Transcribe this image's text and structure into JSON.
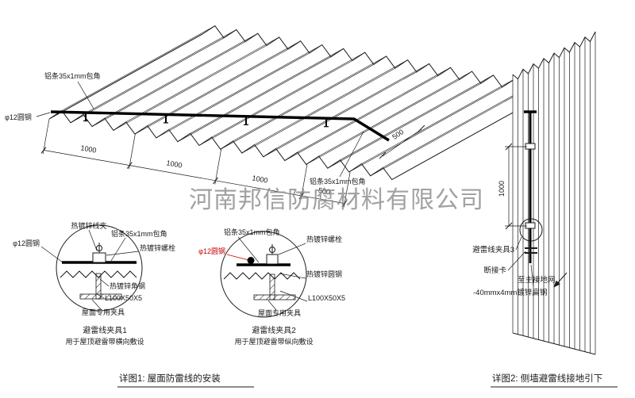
{
  "watermark": "河南邦信防腐材料有限公司",
  "colors": {
    "line": "#1a1a1a",
    "red": "#c40000",
    "watermark": "#8a8a8a"
  },
  "roof": {
    "labels": {
      "al_strip_top": "铝条35x1mm包角",
      "round_steel": "φ12圆钢",
      "al_strip_right": "铝条35x1mm包角"
    },
    "dims_front": [
      "1000",
      "1000",
      "1000",
      "500"
    ],
    "dim_right": "500"
  },
  "clamp1": {
    "title": "避雷线夹具1",
    "subtitle": "用于屋顶避雷带横向敷设",
    "labels": {
      "wire_clip": "热镀锌线夹",
      "al_strip": "铝条35x1mm包角",
      "bolt": "热镀锌螺栓",
      "round_steel": "φ12圆钢",
      "angle_steel": "热镀锌角钢",
      "angle_spec": "L100X50X5",
      "roof_clamp": "屋面专用夹具"
    }
  },
  "clamp2": {
    "title": "避雷线夹具2",
    "subtitle": "用于屋顶避雷带纵向敷设",
    "labels": {
      "al_strip": "铝条35x1mm包角",
      "bolt": "热镀锌螺栓",
      "round_steel": "φ12圆钢",
      "round_steel_galv": "热镀锌圆钢",
      "angle_spec": "L100X50X5",
      "roof_clamp": "屋面专用夹具"
    }
  },
  "wall": {
    "dim": "1000",
    "labels": {
      "clamp3": "避雷线夹具3",
      "disconnect": "断接卡",
      "to_ground": "至主接地网",
      "flat_steel": "-40mmx4mm镀锌扁钢"
    }
  },
  "captions": {
    "detail1": "详图1: 屋面防雷线的安装",
    "detail2": "详图2: 侧墙避雷线接地引下"
  }
}
